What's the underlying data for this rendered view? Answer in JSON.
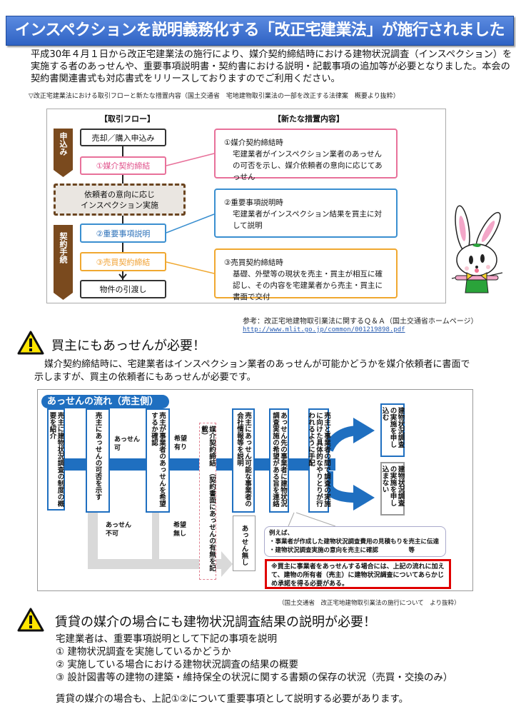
{
  "title": "インスペクションを説明義務化する「改正宅建業法」が施行されました",
  "intro": "平成30年４月１日から改正宅建業法の施行により、媒介契約締結時における建物状況調査（インスペクション）を実施する者のあっせんや、重要事項説明書・契約書における説明・記載事項の追加等が必要となりました。本会の契約書関連書式も対応書式をリリースしておりますのでご利用ください。",
  "flow_caption": "▽改正宅建業法における取引フローと新たな措置内容（国土交通省　宅地建物取引業法の一部を改正する法律案　概要より抜粋）",
  "flow": {
    "left_heading": "【取引フロー】",
    "right_heading": "【新たな措置内容】",
    "phase_apply": "申込み",
    "phase_contract": "契約手続",
    "steps": {
      "apply": "売却／購入申込み",
      "brokerage": "①媒介契約締結",
      "inspection_1": "依頼者の意向に応じ",
      "inspection_2": "インスペクション実施",
      "explanation": "②重要事項説明",
      "sale": "③売買契約締結",
      "handover": "物件の引渡し"
    },
    "measures": [
      {
        "title": "①媒介契約締結時",
        "body": "宅建業者がインスペクション業者のあっせんの可否を示し、媒介依頼者の意向に応じてあっせん",
        "color": "#e8719a"
      },
      {
        "title": "②重要事項説明時",
        "body": "宅建業者がインスペクション結果を買主に対して説明",
        "color": "#3a8fd0"
      },
      {
        "title": "③売買契約締結時",
        "body": "基礎、外壁等の現状を売主・買主が相互に確認し、その内容を宅建業者から売主・買主に書面で交付",
        "color": "#f0a830"
      }
    ]
  },
  "reference": {
    "text": "参考：改正宅地建物取引業法に関するＱ＆Ａ（国土交通省ホームページ）",
    "url": "http://www.mlit.go.jp/common/001219898.pdf"
  },
  "section1": {
    "heading": "買主にもあっせんが必要！",
    "body": "媒介契約締結時に、宅建業者はインスペクション業者のあっせんが可能かどうかを媒介依頼者に書面で示しますが、買主の依頼者にもあっせんが必要です。"
  },
  "mediation": {
    "header": "あっせんの流れ（売主側）",
    "cols": [
      "売主に建物状況調査の制度の概要を紹介",
      "売主にあっせんの可否を示す",
      "売主が事業者のあっせんを希望するか確認",
      "媒介契約締結　（契約書面にあっせんの有無を記載）",
      "売主にあっせん可能な事業者の会社情報等を説明",
      "あっせん先の事業者に建物状況調査実施の希望がある旨を連絡",
      "売主と事業者の間で調査の実施に向けた具体的なやりとりが行われるように手配"
    ],
    "apply": "建物状況調査の実施を申し込む",
    "not_apply": "建物状況調査の実施を申し込まない",
    "label_ok": "あっせん可",
    "label_ng": "あっせん不可",
    "label_want": "希望有り",
    "label_nowant": "希望無し",
    "none": "あっせん無し",
    "example_title": "例えば、",
    "example_1": "・事業者が作成した建物状況調査費用の見積もりを売主に伝達",
    "example_2": "・建物状況調査実施の意向を売主に確認　　　　　等",
    "note": "※買主に事業者をあっせんする場合には、上記の流れに加えて、建物の所有者（売主）に建物状況調査についてあらかじめ承諾を得る必要がある。",
    "source": "（国土交通省　改正宅地建物取引業法の施行について　より抜粋）"
  },
  "section2": {
    "heading": "賃貸の媒介の場合にも建物状況調査結果の説明が必要！",
    "lead": "宅建業者は、重要事項説明として下記の事項を説明",
    "items": [
      "①  建物状況調査を実施しているかどうか",
      "②  実施している場合における建物状況調査の結果の概要",
      "③  設計図書等の建物の建築・維持保全の状況に関する書類の保存の状況（売買・交換のみ）"
    ],
    "footer": "賃貸の媒介の場合も、上記①②について重要事項として説明する必要があります。"
  },
  "colors": {
    "title_blue": "#2f63c4",
    "flow_blue": "#1f6fc0",
    "brown": "#7a4a1e",
    "red": "#e00000"
  }
}
